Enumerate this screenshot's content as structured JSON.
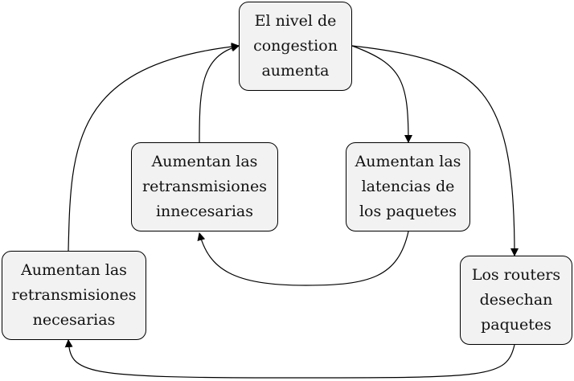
{
  "nodes": {
    "congestion": {
      "lines": [
        "El nivel de",
        "congestion",
        "aumenta"
      ]
    },
    "innecesarias": {
      "lines": [
        "Aumentan las",
        "retransmisiones",
        "innecesarias"
      ]
    },
    "latencias": {
      "lines": [
        "Aumentan las",
        "latencias de",
        "los paquetes"
      ]
    },
    "necesarias": {
      "lines": [
        "Aumentan las",
        "retransmisiones",
        "necesarias"
      ]
    },
    "routers": {
      "lines": [
        "Los routers",
        "desechan",
        "paquetes"
      ]
    }
  },
  "colors": {
    "node_fill": "#f2f2f2",
    "stroke": "#000000"
  }
}
